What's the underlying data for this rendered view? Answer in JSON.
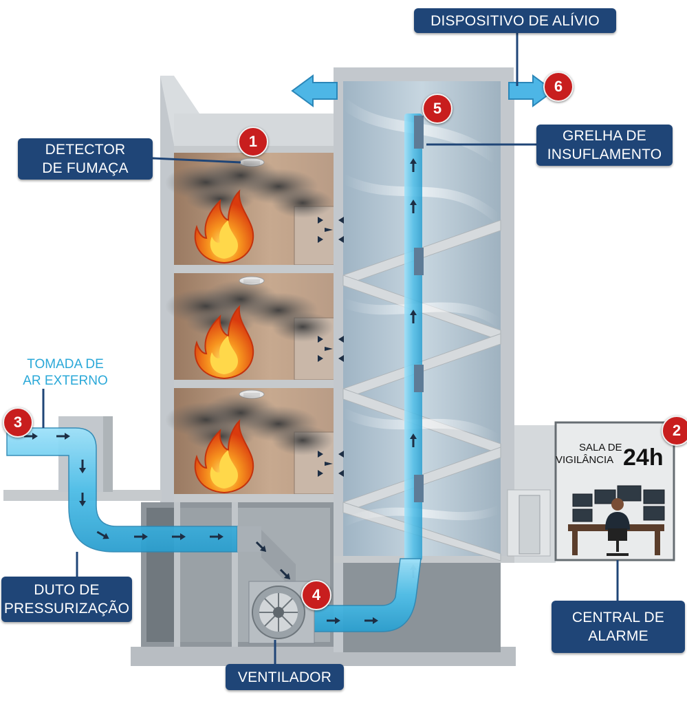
{
  "labels": {
    "relief_device": "DISPOSITIVO DE ALÍVIO",
    "smoke_detector": [
      "DETECTOR",
      "DE FUMAÇA"
    ],
    "supply_grille": [
      "GRELHA DE",
      "INSUFLAMENTO"
    ],
    "outside_air_intake": [
      "TOMADA DE",
      "AR EXTERNO"
    ],
    "pressurization_duct": [
      "DUTO DE",
      "PRESSURIZAÇÃO"
    ],
    "fan": "VENTILADOR",
    "alarm_central": [
      "CENTRAL DE",
      "ALARME"
    ]
  },
  "surveillance_room": {
    "sign_line1": "SALA DE",
    "sign_line2": "VIGILÂNCIA",
    "sign_hours": "24h"
  },
  "badges": [
    "1",
    "2",
    "3",
    "4",
    "5",
    "6"
  ],
  "colors": {
    "label_bg": "#1f4577",
    "badge_red": "#c81e1e",
    "air_blue": "#5cc6ec",
    "intake_text": "#2aa8d8",
    "fire_orange": "#f07a1a",
    "concrete": "#b9bfc4"
  },
  "icons": [
    "smoke-detector-icon",
    "fire-icon",
    "smoke-cloud-icon",
    "fan-icon",
    "air-flow-arrow-icon",
    "operator-icon",
    "monitor-icon"
  ]
}
